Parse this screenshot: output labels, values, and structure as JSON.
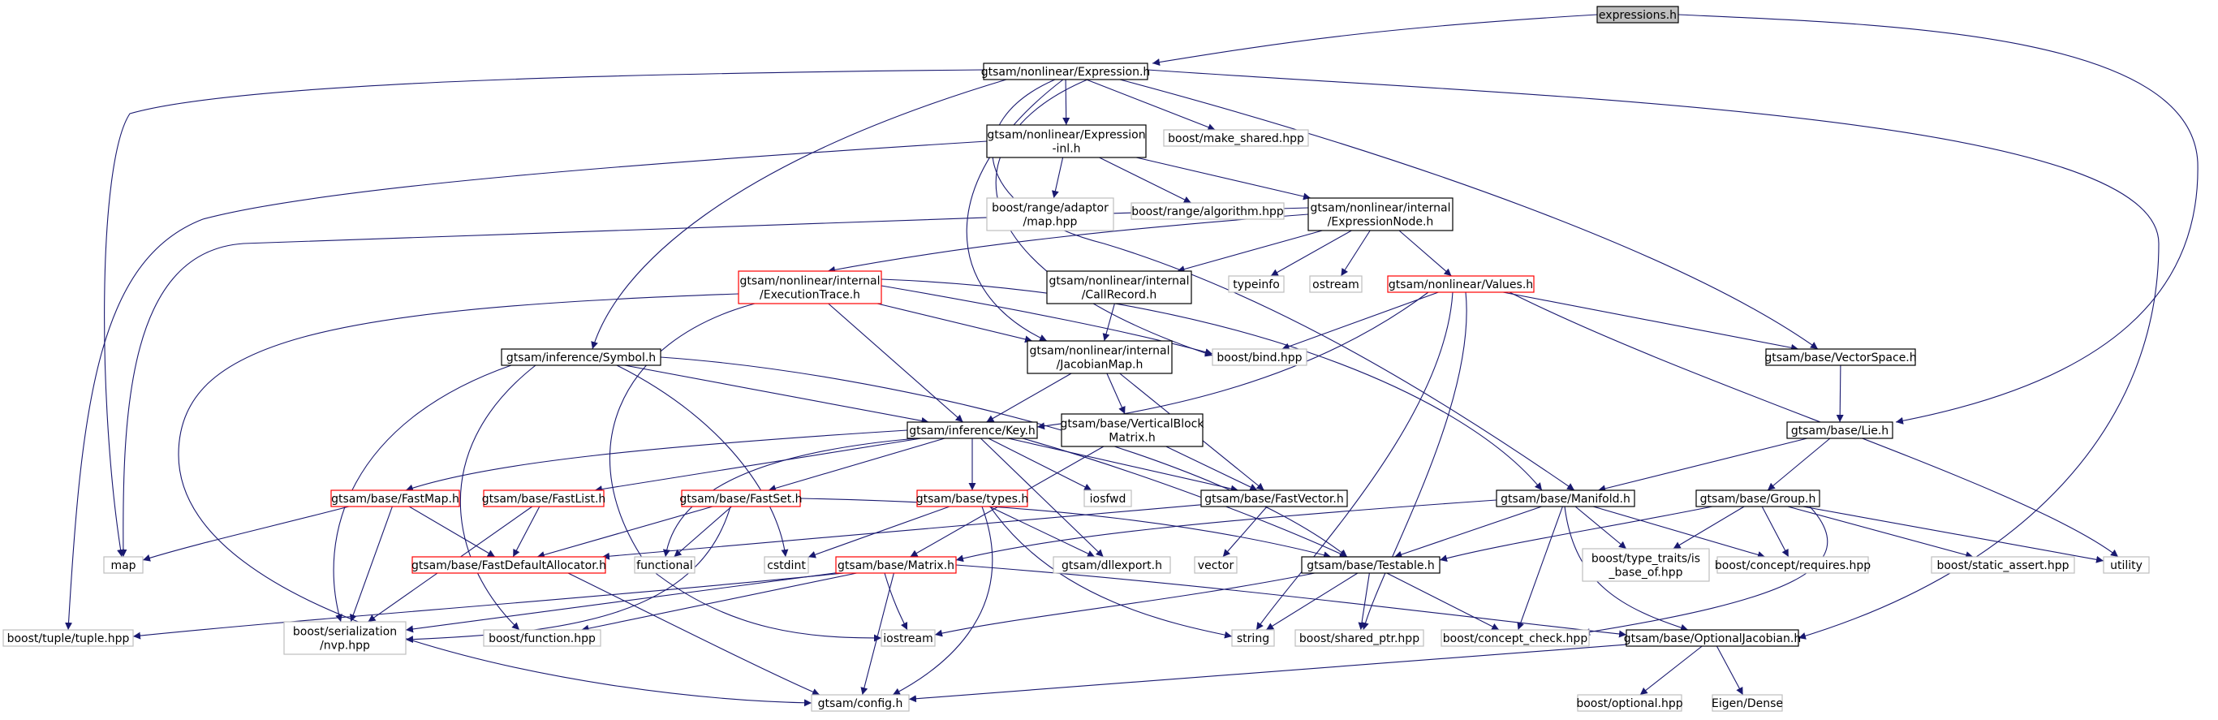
{
  "colors": {
    "edge": "#191970",
    "border_default": "#000000",
    "border_missing": "#bfbfbf",
    "border_truncated": "#ff0000",
    "root_fill": "#bfbfbf",
    "fill": "#ffffff"
  },
  "nodes": [
    {
      "id": "expressions_h",
      "lines": [
        "expressions.h"
      ],
      "style": "root"
    },
    {
      "id": "expression_h",
      "lines": [
        "gtsam/nonlinear/Expression.h"
      ],
      "style": "normal"
    },
    {
      "id": "expression_inl_h",
      "lines": [
        "gtsam/nonlinear/Expression",
        "-inl.h"
      ],
      "style": "normal"
    },
    {
      "id": "make_shared_hpp",
      "lines": [
        "boost/make_shared.hpp"
      ],
      "style": "missing"
    },
    {
      "id": "range_adaptor_map",
      "lines": [
        "boost/range/adaptor",
        "/map.hpp"
      ],
      "style": "missing"
    },
    {
      "id": "range_algorithm",
      "lines": [
        "boost/range/algorithm.hpp"
      ],
      "style": "missing"
    },
    {
      "id": "expression_node_h",
      "lines": [
        "gtsam/nonlinear/internal",
        "/ExpressionNode.h"
      ],
      "style": "normal"
    },
    {
      "id": "execution_trace_h",
      "lines": [
        "gtsam/nonlinear/internal",
        "/ExecutionTrace.h"
      ],
      "style": "truncated"
    },
    {
      "id": "call_record_h",
      "lines": [
        "gtsam/nonlinear/internal",
        "/CallRecord.h"
      ],
      "style": "normal"
    },
    {
      "id": "typeinfo",
      "lines": [
        "typeinfo"
      ],
      "style": "missing"
    },
    {
      "id": "ostream",
      "lines": [
        "ostream"
      ],
      "style": "missing"
    },
    {
      "id": "values_h",
      "lines": [
        "gtsam/nonlinear/Values.h"
      ],
      "style": "truncated"
    },
    {
      "id": "bind_hpp",
      "lines": [
        "boost/bind.hpp"
      ],
      "style": "missing"
    },
    {
      "id": "jacobian_map_h",
      "lines": [
        "gtsam/nonlinear/internal",
        "/JacobianMap.h"
      ],
      "style": "normal"
    },
    {
      "id": "symbol_h",
      "lines": [
        "gtsam/inference/Symbol.h"
      ],
      "style": "normal"
    },
    {
      "id": "vector_space_h",
      "lines": [
        "gtsam/base/VectorSpace.h"
      ],
      "style": "normal"
    },
    {
      "id": "lie_h",
      "lines": [
        "gtsam/base/Lie.h"
      ],
      "style": "normal"
    },
    {
      "id": "key_h",
      "lines": [
        "gtsam/inference/Key.h"
      ],
      "style": "normal"
    },
    {
      "id": "vertical_block_matrix_h",
      "lines": [
        "gtsam/base/VerticalBlock",
        "Matrix.h"
      ],
      "style": "normal"
    },
    {
      "id": "fast_map_h",
      "lines": [
        "gtsam/base/FastMap.h"
      ],
      "style": "truncated"
    },
    {
      "id": "fast_list_h",
      "lines": [
        "gtsam/base/FastList.h"
      ],
      "style": "truncated"
    },
    {
      "id": "fast_set_h",
      "lines": [
        "gtsam/base/FastSet.h"
      ],
      "style": "truncated"
    },
    {
      "id": "types_h",
      "lines": [
        "gtsam/base/types.h"
      ],
      "style": "truncated"
    },
    {
      "id": "iosfwd",
      "lines": [
        "iosfwd"
      ],
      "style": "missing"
    },
    {
      "id": "fast_vector_h",
      "lines": [
        "gtsam/base/FastVector.h"
      ],
      "style": "normal"
    },
    {
      "id": "manifold_h",
      "lines": [
        "gtsam/base/Manifold.h"
      ],
      "style": "normal"
    },
    {
      "id": "group_h",
      "lines": [
        "gtsam/base/Group.h"
      ],
      "style": "normal"
    },
    {
      "id": "map",
      "lines": [
        "map"
      ],
      "style": "missing"
    },
    {
      "id": "fast_default_allocator_h",
      "lines": [
        "gtsam/base/FastDefaultAllocator.h"
      ],
      "style": "truncated"
    },
    {
      "id": "functional",
      "lines": [
        "functional"
      ],
      "style": "missing"
    },
    {
      "id": "cstdint",
      "lines": [
        "cstdint"
      ],
      "style": "missing"
    },
    {
      "id": "matrix_h",
      "lines": [
        "gtsam/base/Matrix.h"
      ],
      "style": "truncated"
    },
    {
      "id": "dllexport_h",
      "lines": [
        "gtsam/dllexport.h"
      ],
      "style": "missing"
    },
    {
      "id": "vector",
      "lines": [
        "vector"
      ],
      "style": "missing"
    },
    {
      "id": "testable_h",
      "lines": [
        "gtsam/base/Testable.h"
      ],
      "style": "normal"
    },
    {
      "id": "type_traits_is_base_of",
      "lines": [
        "boost/type_traits/is",
        "_base_of.hpp"
      ],
      "style": "missing"
    },
    {
      "id": "concept_requires",
      "lines": [
        "boost/concept/requires.hpp"
      ],
      "style": "missing"
    },
    {
      "id": "static_assert",
      "lines": [
        "boost/static_assert.hpp"
      ],
      "style": "missing"
    },
    {
      "id": "utility",
      "lines": [
        "utility"
      ],
      "style": "missing"
    },
    {
      "id": "tuple_hpp",
      "lines": [
        "boost/tuple/tuple.hpp"
      ],
      "style": "missing"
    },
    {
      "id": "serialization_nvp",
      "lines": [
        "boost/serialization",
        "/nvp.hpp"
      ],
      "style": "missing"
    },
    {
      "id": "function_hpp",
      "lines": [
        "boost/function.hpp"
      ],
      "style": "missing"
    },
    {
      "id": "iostream",
      "lines": [
        "iostream"
      ],
      "style": "missing"
    },
    {
      "id": "string",
      "lines": [
        "string"
      ],
      "style": "missing"
    },
    {
      "id": "shared_ptr_hpp",
      "lines": [
        "boost/shared_ptr.hpp"
      ],
      "style": "missing"
    },
    {
      "id": "concept_check",
      "lines": [
        "boost/concept_check.hpp"
      ],
      "style": "missing"
    },
    {
      "id": "optional_jacobian_h",
      "lines": [
        "gtsam/base/OptionalJacobian.h"
      ],
      "style": "normal"
    },
    {
      "id": "config_h",
      "lines": [
        "gtsam/config.h"
      ],
      "style": "missing"
    },
    {
      "id": "optional_hpp",
      "lines": [
        "boost/optional.hpp"
      ],
      "style": "missing"
    },
    {
      "id": "eigen_dense",
      "lines": [
        "Eigen/Dense"
      ],
      "style": "missing"
    }
  ],
  "edges": [
    [
      "expressions_h",
      "expression_h"
    ],
    [
      "expressions_h",
      "lie_h"
    ],
    [
      "expression_h",
      "expression_inl_h"
    ],
    [
      "expression_h",
      "make_shared_hpp"
    ],
    [
      "expression_h",
      "map"
    ],
    [
      "expression_h",
      "symbol_h"
    ],
    [
      "expression_h",
      "jacobian_map_h"
    ],
    [
      "expression_h",
      "bind_hpp"
    ],
    [
      "expression_h",
      "vector_space_h"
    ],
    [
      "expression_h",
      "optional_jacobian_h"
    ],
    [
      "expression_h",
      "manifold_h"
    ],
    [
      "expression_inl_h",
      "range_adaptor_map"
    ],
    [
      "expression_inl_h",
      "range_algorithm"
    ],
    [
      "expression_inl_h",
      "expression_node_h"
    ],
    [
      "expression_inl_h",
      "tuple_hpp"
    ],
    [
      "expression_node_h",
      "execution_trace_h"
    ],
    [
      "expression_node_h",
      "call_record_h"
    ],
    [
      "expression_node_h",
      "typeinfo"
    ],
    [
      "expression_node_h",
      "ostream"
    ],
    [
      "expression_node_h",
      "values_h"
    ],
    [
      "expression_node_h",
      "map"
    ],
    [
      "execution_trace_h",
      "jacobian_map_h"
    ],
    [
      "execution_trace_h",
      "key_h"
    ],
    [
      "execution_trace_h",
      "bind_hpp"
    ],
    [
      "execution_trace_h",
      "config_h"
    ],
    [
      "execution_trace_h",
      "iostream"
    ],
    [
      "execution_trace_h",
      "manifold_h"
    ],
    [
      "call_record_h",
      "jacobian_map_h"
    ],
    [
      "values_h",
      "bind_hpp"
    ],
    [
      "values_h",
      "vector_space_h"
    ],
    [
      "values_h",
      "key_h"
    ],
    [
      "values_h",
      "string"
    ],
    [
      "values_h",
      "shared_ptr_hpp"
    ],
    [
      "values_h",
      "utility"
    ],
    [
      "jacobian_map_h",
      "key_h"
    ],
    [
      "jacobian_map_h",
      "vertical_block_matrix_h"
    ],
    [
      "jacobian_map_h",
      "fast_vector_h"
    ],
    [
      "symbol_h",
      "key_h"
    ],
    [
      "symbol_h",
      "cstdint"
    ],
    [
      "symbol_h",
      "testable_h"
    ],
    [
      "symbol_h",
      "serialization_nvp"
    ],
    [
      "symbol_h",
      "function_hpp"
    ],
    [
      "vector_space_h",
      "lie_h"
    ],
    [
      "lie_h",
      "manifold_h"
    ],
    [
      "lie_h",
      "group_h"
    ],
    [
      "key_h",
      "fast_map_h"
    ],
    [
      "key_h",
      "fast_list_h"
    ],
    [
      "key_h",
      "fast_set_h"
    ],
    [
      "key_h",
      "types_h"
    ],
    [
      "key_h",
      "iosfwd"
    ],
    [
      "key_h",
      "fast_vector_h"
    ],
    [
      "key_h",
      "testable_h"
    ],
    [
      "key_h",
      "functional"
    ],
    [
      "key_h",
      "dllexport_h"
    ],
    [
      "vertical_block_matrix_h",
      "fast_vector_h"
    ],
    [
      "vertical_block_matrix_h",
      "matrix_h"
    ],
    [
      "fast_map_h",
      "map"
    ],
    [
      "fast_map_h",
      "fast_default_allocator_h"
    ],
    [
      "fast_map_h",
      "serialization_nvp"
    ],
    [
      "fast_list_h",
      "fast_default_allocator_h"
    ],
    [
      "fast_list_h",
      "serialization_nvp"
    ],
    [
      "fast_set_h",
      "fast_default_allocator_h"
    ],
    [
      "fast_set_h",
      "functional"
    ],
    [
      "fast_set_h",
      "serialization_nvp"
    ],
    [
      "fast_set_h",
      "testable_h"
    ],
    [
      "types_h",
      "cstdint"
    ],
    [
      "types_h",
      "dllexport_h"
    ],
    [
      "types_h",
      "config_h"
    ],
    [
      "types_h",
      "string"
    ],
    [
      "fast_vector_h",
      "vector"
    ],
    [
      "fast_vector_h",
      "fast_default_allocator_h"
    ],
    [
      "manifold_h",
      "matrix_h"
    ],
    [
      "manifold_h",
      "testable_h"
    ],
    [
      "manifold_h",
      "optional_jacobian_h"
    ],
    [
      "manifold_h",
      "type_traits_is_base_of"
    ],
    [
      "manifold_h",
      "concept_requires"
    ],
    [
      "manifold_h",
      "concept_check"
    ],
    [
      "group_h",
      "testable_h"
    ],
    [
      "group_h",
      "type_traits_is_base_of"
    ],
    [
      "group_h",
      "concept_requires"
    ],
    [
      "group_h",
      "static_assert"
    ],
    [
      "group_h",
      "utility"
    ],
    [
      "group_h",
      "concept_check"
    ],
    [
      "fast_default_allocator_h",
      "config_h"
    ],
    [
      "matrix_h",
      "optional_jacobian_h"
    ],
    [
      "matrix_h",
      "serialization_nvp"
    ],
    [
      "matrix_h",
      "function_hpp"
    ],
    [
      "matrix_h",
      "iostream"
    ],
    [
      "matrix_h",
      "config_h"
    ],
    [
      "matrix_h",
      "tuple_hpp"
    ],
    [
      "testable_h",
      "iostream"
    ],
    [
      "testable_h",
      "string"
    ],
    [
      "testable_h",
      "shared_ptr_hpp"
    ],
    [
      "testable_h",
      "concept_check"
    ],
    [
      "optional_jacobian_h",
      "config_h"
    ],
    [
      "optional_jacobian_h",
      "optional_hpp"
    ],
    [
      "optional_jacobian_h",
      "eigen_dense"
    ]
  ]
}
